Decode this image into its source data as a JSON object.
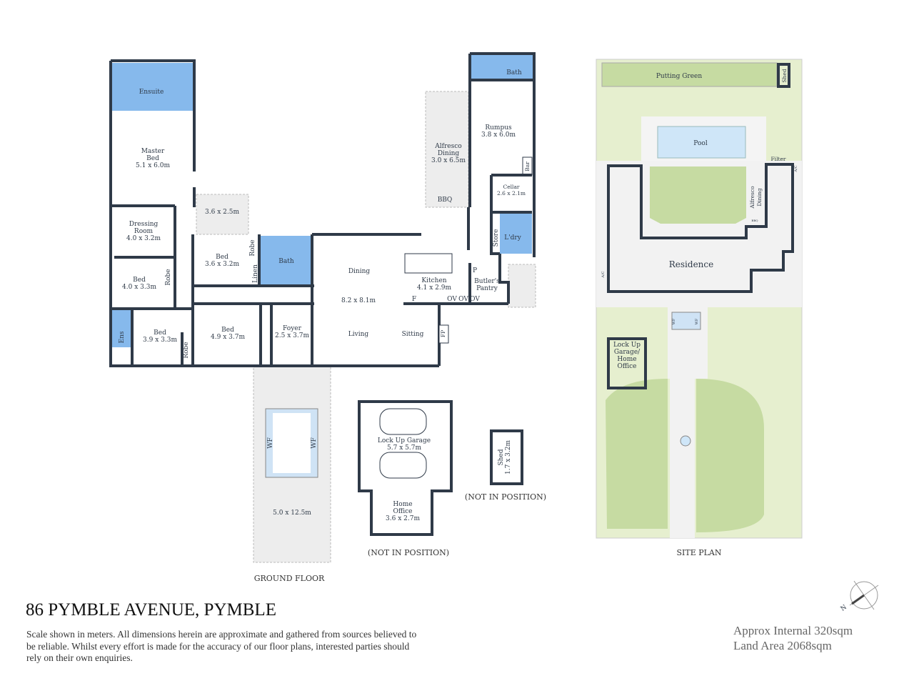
{
  "title": "86 PYMBLE AVENUE, PYMBLE",
  "disclaimer": "Scale shown in meters. All dimensions herein are approximate and gathered from sources believed to be  reliable. Whilst every effort is made for the accuracy of our floor plans, interested parties should rely on their own enquiries.",
  "areas": {
    "internal": "Approx Internal 320sqm",
    "land": "Land Area 2068sqm"
  },
  "compass": {
    "label": "N",
    "icon": "north-arrow-icon"
  },
  "colors": {
    "wall": "#2f3a48",
    "wet_area": "#86b9ec",
    "patio": "#ededed",
    "lawn": "#c6dba2",
    "garden": "#e6efcf",
    "pool": "#cfe6f8"
  },
  "ground_floor": {
    "caption": "GROUND FLOOR",
    "rooms": {
      "ensuite": "Ensuite",
      "master_name": "Master",
      "master_name2": "Bed",
      "master_dim": "5.1 x 6.0m",
      "dressing_name": "Dressing",
      "dressing_name2": "Room",
      "dressing_dim": "4.0 x 3.2m",
      "bed2_name": "Bed",
      "bed2_dim": "4.0 x 3.3m",
      "ens": "Ens",
      "bed3_name": "Bed",
      "bed3_dim": "3.9 x 3.3m",
      "robe1": "Robe",
      "robe2": "Robe",
      "robe3": "Robe",
      "patio_dim": "3.6 x 2.5m",
      "bed4_name": "Bed",
      "bed4_dim": "3.6 x 3.2m",
      "linen": "Linen",
      "bath": "Bath",
      "bed5_name": "Bed",
      "bed5_dim": "4.9 x 3.7m",
      "foyer_name": "Foyer",
      "foyer_dim": "2.5 x 3.7m",
      "dining": "Dining",
      "living_dim": "8.2 x 8.1m",
      "living": "Living",
      "sitting": "Sitting",
      "fp": "FP",
      "kitchen_name": "Kitchen",
      "kitchen_dim": "4.1 x 2.9m",
      "f": "F",
      "ov1": "OV",
      "ov2": "OV",
      "ov3": "OV",
      "p": "P",
      "butlers": "Butler's",
      "pantry": "Pantry",
      "alfresco1": "Alfresco",
      "alfresco2": "Dining",
      "alfresco_dim": "3.0 x 6.5m",
      "bbq": "BBQ",
      "rumpus_name": "Rumpus",
      "rumpus_dim": "3.8 x 6.0m",
      "bath2": "Bath",
      "bar": "Bar",
      "cellar_name": "Cellar",
      "cellar_dim": "2.6 x 2.1m",
      "store": "Store",
      "laundry": "L'dry",
      "driveway_dim": "5.0 x 12.5m",
      "wf1": "WF",
      "wf2": "WF"
    }
  },
  "garage": {
    "name": "Lock Up Garage",
    "dim": "5.7 x 5.7m",
    "office1": "Home",
    "office2": "Office",
    "office_dim": "3.6 x 2.7m",
    "note": "(NOT IN POSITION)"
  },
  "shed": {
    "name": "Shed",
    "dim": "1.7 x 3.2m",
    "note": "(NOT IN POSITION)"
  },
  "site_plan": {
    "caption": "SITE PLAN",
    "putting_green": "Putting Green",
    "shed": "Shed",
    "pool": "Pool",
    "filter": "Filter",
    "alfresco1": "Alfresco",
    "alfresco2": "Dining",
    "bbq": "BBQ",
    "residence": "Residence",
    "ac1": "A/C",
    "ac2": "A/C",
    "garage1": "Lock Up",
    "garage2": "Garage/",
    "garage3": "Home",
    "garage4": "Office",
    "wf1": "WF",
    "wf2": "WF"
  }
}
